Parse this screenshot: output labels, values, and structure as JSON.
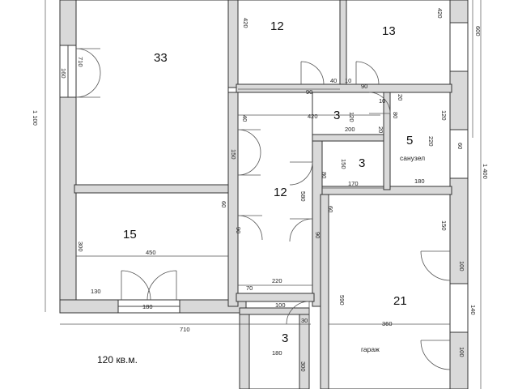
{
  "area_note": "120 кв.м.",
  "rooms": {
    "r33": "33",
    "r12_top": "12",
    "r13": "13",
    "r3_hall": "3",
    "r12_mid": "12",
    "r3_small": "3",
    "r5": "5",
    "r15": "15",
    "r21": "21",
    "r3_bottom": "3"
  },
  "room_names": {
    "bathroom": "санузел",
    "garage": "гараж"
  },
  "dimensions": {
    "d420_a": "420",
    "d420_b": "420",
    "d600": "600",
    "d710_left": "710",
    "d160": "160",
    "d1100": "1 100",
    "d90_a": "90",
    "d40": "40",
    "d10_a": "10",
    "d90_b": "90",
    "d420_c": "420",
    "d120_a": "120",
    "d20_a": "20",
    "d10_b": "10",
    "d120_b": "120",
    "d80_a": "80",
    "d40_b": "40",
    "d200": "200",
    "d20_b": "20",
    "d220_a": "220",
    "d60_a": "60",
    "d150_a": "150",
    "d150_b": "150",
    "d80_b": "80",
    "d1400": "1 400",
    "d170": "170",
    "d180_a": "180",
    "d580": "580",
    "d60_b": "60",
    "d60_c": "60",
    "d90_c": "90",
    "d90_d": "90",
    "d150_c": "150",
    "d300_a": "300",
    "d450": "450",
    "d100_a": "100",
    "d130": "130",
    "d70": "70",
    "d220_b": "220",
    "d590": "590",
    "d180_b": "180",
    "d100_b": "100",
    "d140": "140",
    "d30": "30",
    "d710_bottom": "710",
    "d360": "360",
    "d180_c": "180",
    "d100_c": "100",
    "d300_b": "300"
  }
}
